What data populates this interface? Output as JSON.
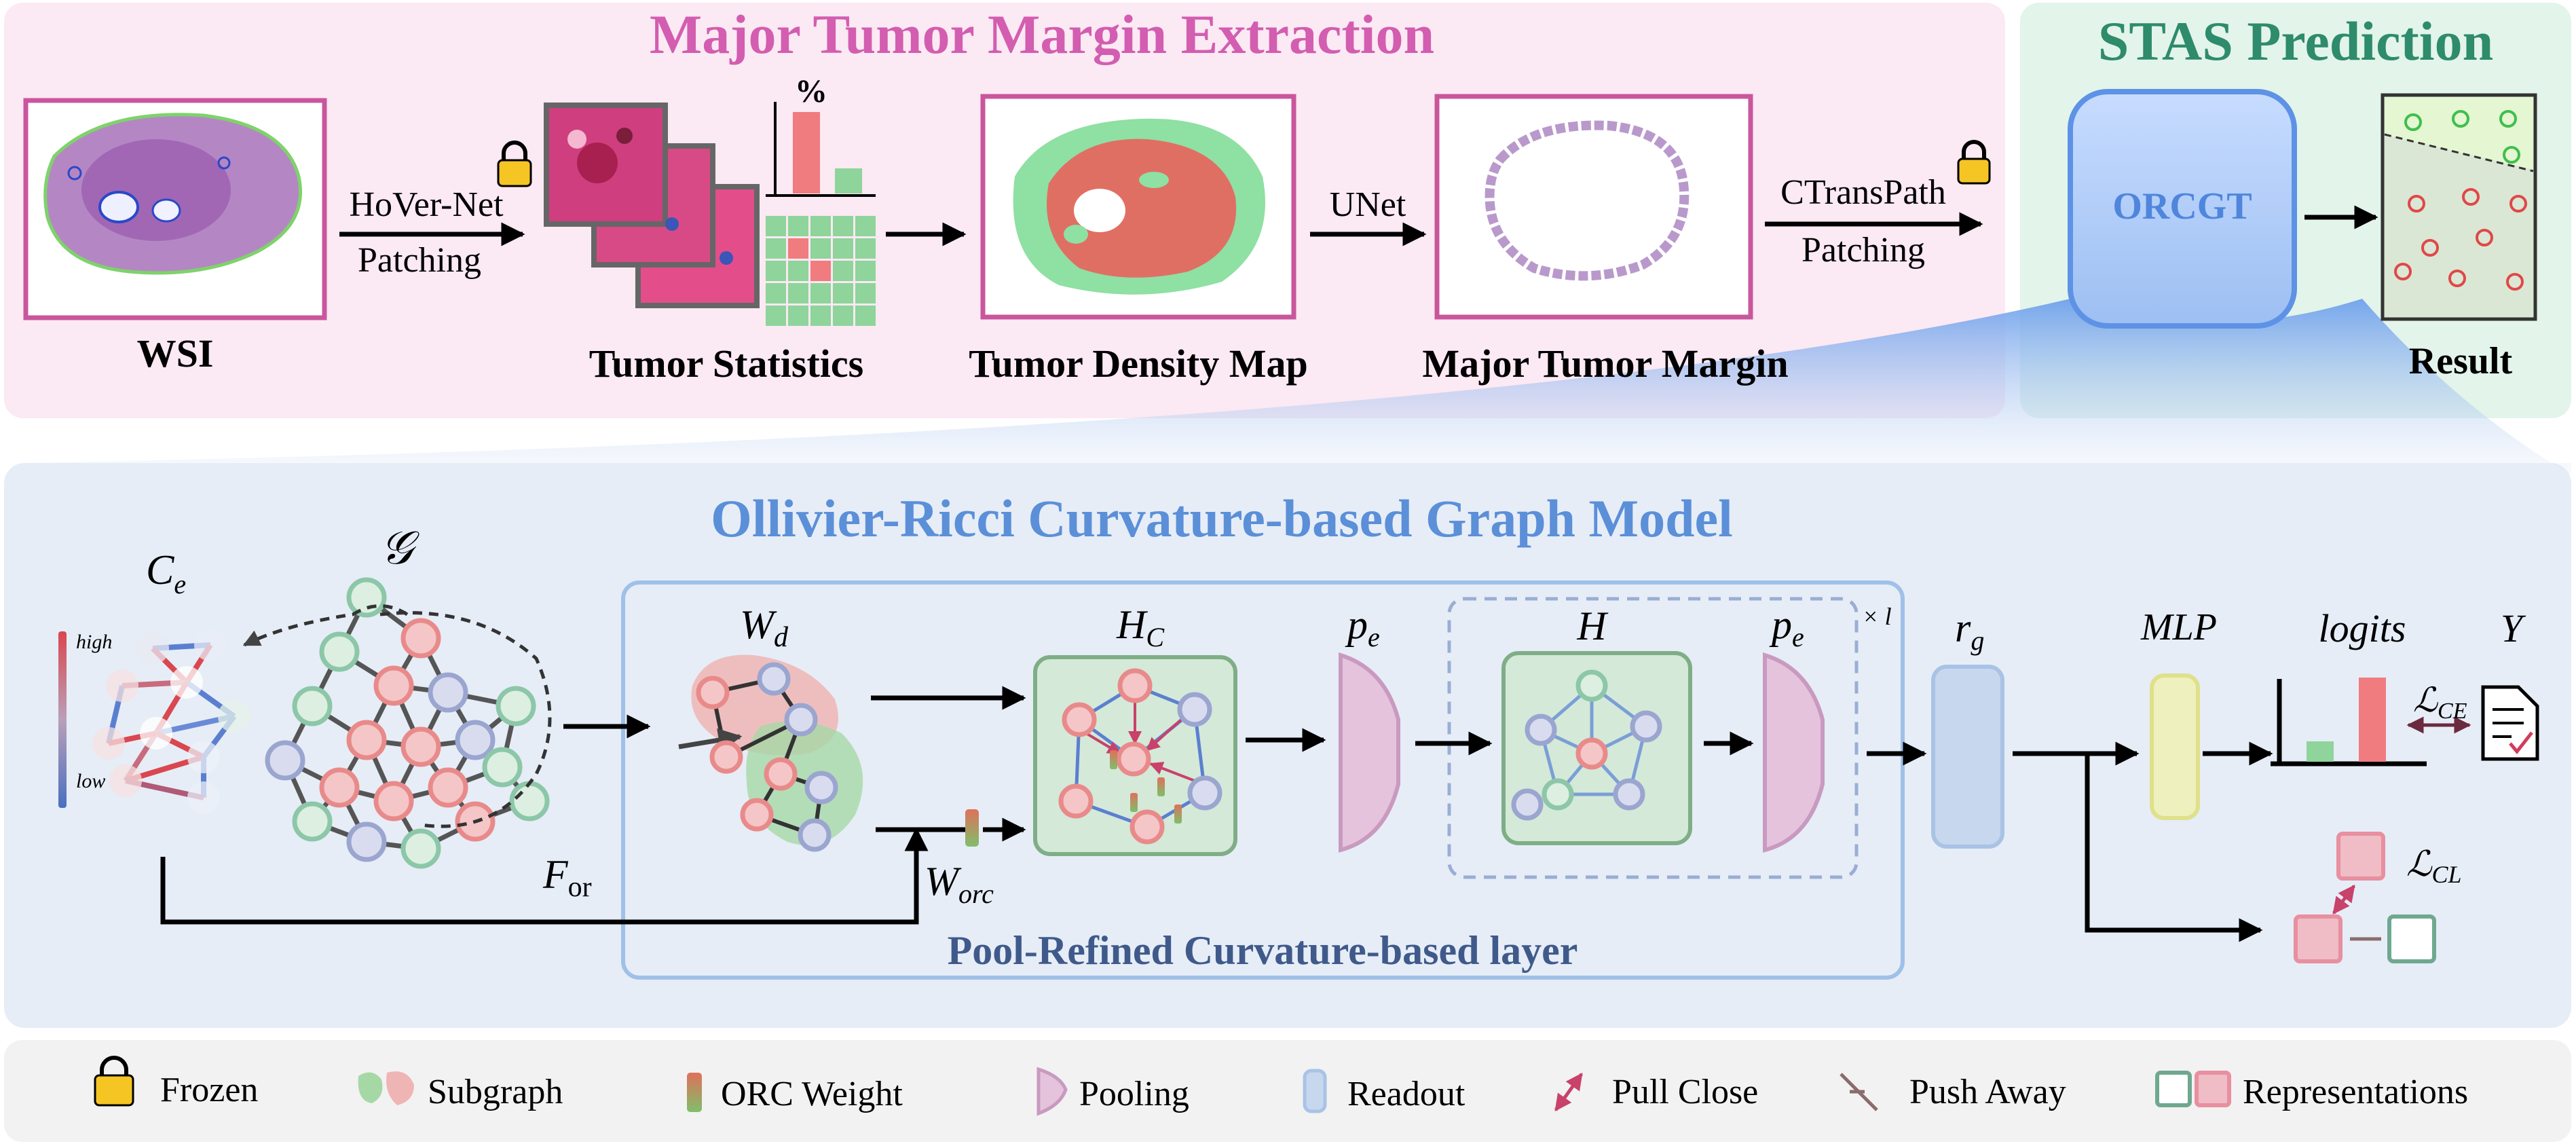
{
  "top": {
    "title": "Major Tumor Margin Extraction",
    "wsi_label": "WSI",
    "hovernet_label": "HoVer-Net",
    "patching_label_1": "Patching",
    "tumor_statistics_label": "Tumor Statistics",
    "percent_symbol": "%",
    "tumor_density_label": "Tumor Density Map",
    "unet_label": "UNet",
    "major_margin_label": "Major Tumor Margin",
    "ctranspath_label": "CTransPath",
    "patching_label_2": "Patching"
  },
  "stas": {
    "title": "STAS Prediction",
    "model_label": "ORCGT",
    "result_label": "Result"
  },
  "graph": {
    "title": "Ollivier-Ricci Curvature-based  Graph Model",
    "ce_main": "C",
    "ce_sub": "e",
    "g_label": "𝒢",
    "high_label": "high",
    "low_label": "low",
    "for_main": "F",
    "for_sub": "or",
    "wd_main": "W",
    "wd_sub": "d",
    "worc_main": "W",
    "worc_sub": "orc",
    "hc_main": "H",
    "hc_sub": "C",
    "pe1_main": "p",
    "pe1_sub": "e",
    "h_label": "H",
    "pe2_main": "p",
    "pe2_sub": "e",
    "times_l": "× l",
    "rg_main": "r",
    "rg_sub": "g",
    "mlp_label": "MLP",
    "logits_label": "logits",
    "y_label": "Y",
    "lce_main": "ℒ",
    "lce_sub": "CE",
    "lcl_main": "ℒ",
    "lcl_sub": "CL",
    "layer_label": "Pool-Refined Curvature-based layer"
  },
  "legend": {
    "frozen": "Frozen",
    "subgraph": "Subgraph",
    "orc_weight": "ORC Weight",
    "pooling": "Pooling",
    "readout": "Readout",
    "pull_close": "Pull Close",
    "push_away": "Push Away",
    "representations": "Representations"
  },
  "colors": {
    "top_panel": "#fbe9f3",
    "stas_panel": "#e3f4ea",
    "graph_panel": "#e6edf7",
    "legend_panel": "#f2f2f2",
    "title_magenta": "#d35db0",
    "title_green": "#2e8b6b",
    "title_blue": "#5b8fd8",
    "image_border": "#c9569d",
    "node_red": "#e98a8a",
    "node_green": "#8cc7a8",
    "node_blue": "#9aa6cf",
    "tumor_red": "#e06f63"
  }
}
